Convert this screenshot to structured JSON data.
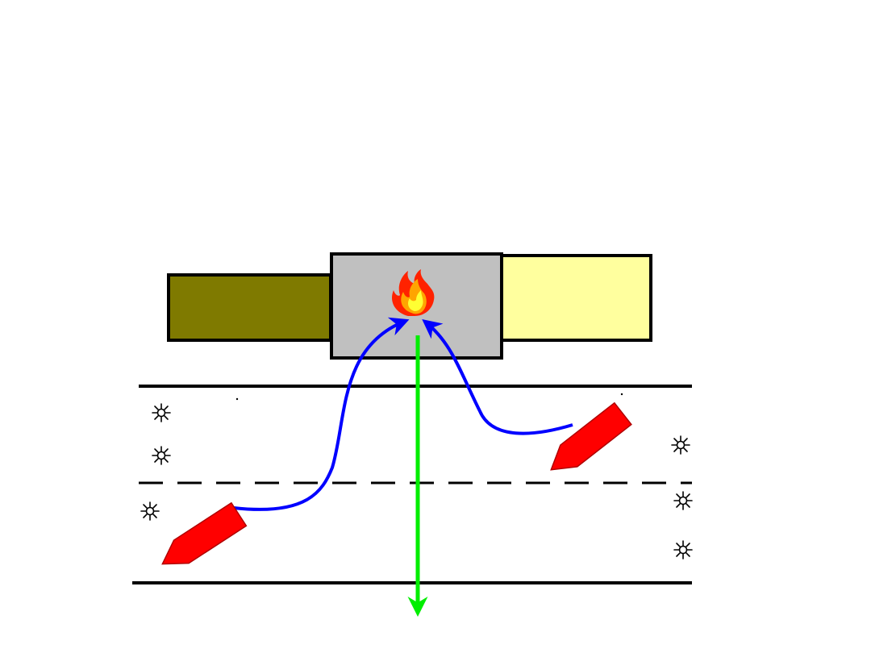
{
  "scene": {
    "background": "#ffffff",
    "barge": {
      "left_block_color": "#7f7a00",
      "center_block_color": "#c0c0c0",
      "right_block_color": "#ffff9e",
      "outline_color": "#000000"
    },
    "fire": {
      "icon": "fire-icon",
      "outer_color": "#ff2200",
      "inner_color": "#ffa500",
      "core_color": "#ffff33"
    },
    "road": {
      "edge_line_color": "#000000",
      "center_line_style": "dashed"
    },
    "vehicles": [
      {
        "name": "red-arrow-vehicle-left",
        "color": "#ff0000"
      },
      {
        "name": "red-arrow-vehicle-right",
        "color": "#ff0000"
      }
    ],
    "paths": {
      "approach_color": "#0000ff",
      "exit_color": "#00ee00"
    },
    "markers": {
      "icon": "starburst-icon",
      "count": 6
    }
  }
}
